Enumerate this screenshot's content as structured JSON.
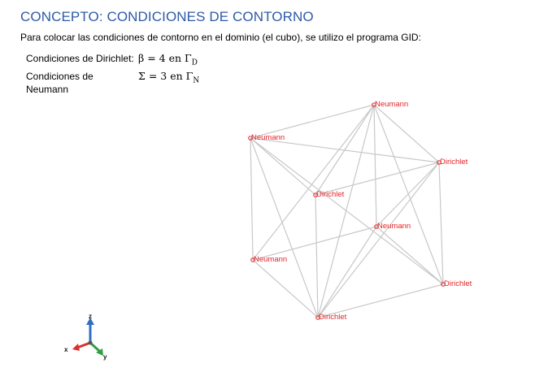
{
  "title": "CONCEPTO: CONDICIONES DE CONTORNO",
  "intro": "Para colocar las condiciones de contorno en el dominio (el cubo), se utilizo el programa GID:",
  "conditions": [
    {
      "label": "Condiciones de Dirichlet:",
      "symbol": "β",
      "value": "4",
      "boundary": "D"
    },
    {
      "label": "Condiciones de Neumann",
      "symbol": "Σ",
      "value": "3",
      "boundary": "N"
    }
  ],
  "boundary_word": "en",
  "boundary_symbol": "Γ",
  "mesh": {
    "line_color": "#c8c8c8",
    "label_color": "#e2252b",
    "node_labels": {
      "top": "Neumann",
      "upper_left": "Neumann",
      "upper_right": "Dirichlet",
      "center_back": "Dirichlet",
      "center_front": "Neumann",
      "lower_left": "Neumann",
      "lower_right": "Dirichlet",
      "bottom": "Dirichlet"
    }
  },
  "axes": {
    "x": "x",
    "y": "y",
    "z": "z",
    "colors": {
      "x": "#d93030",
      "y": "#2ea043",
      "z": "#2f6fc0"
    }
  }
}
